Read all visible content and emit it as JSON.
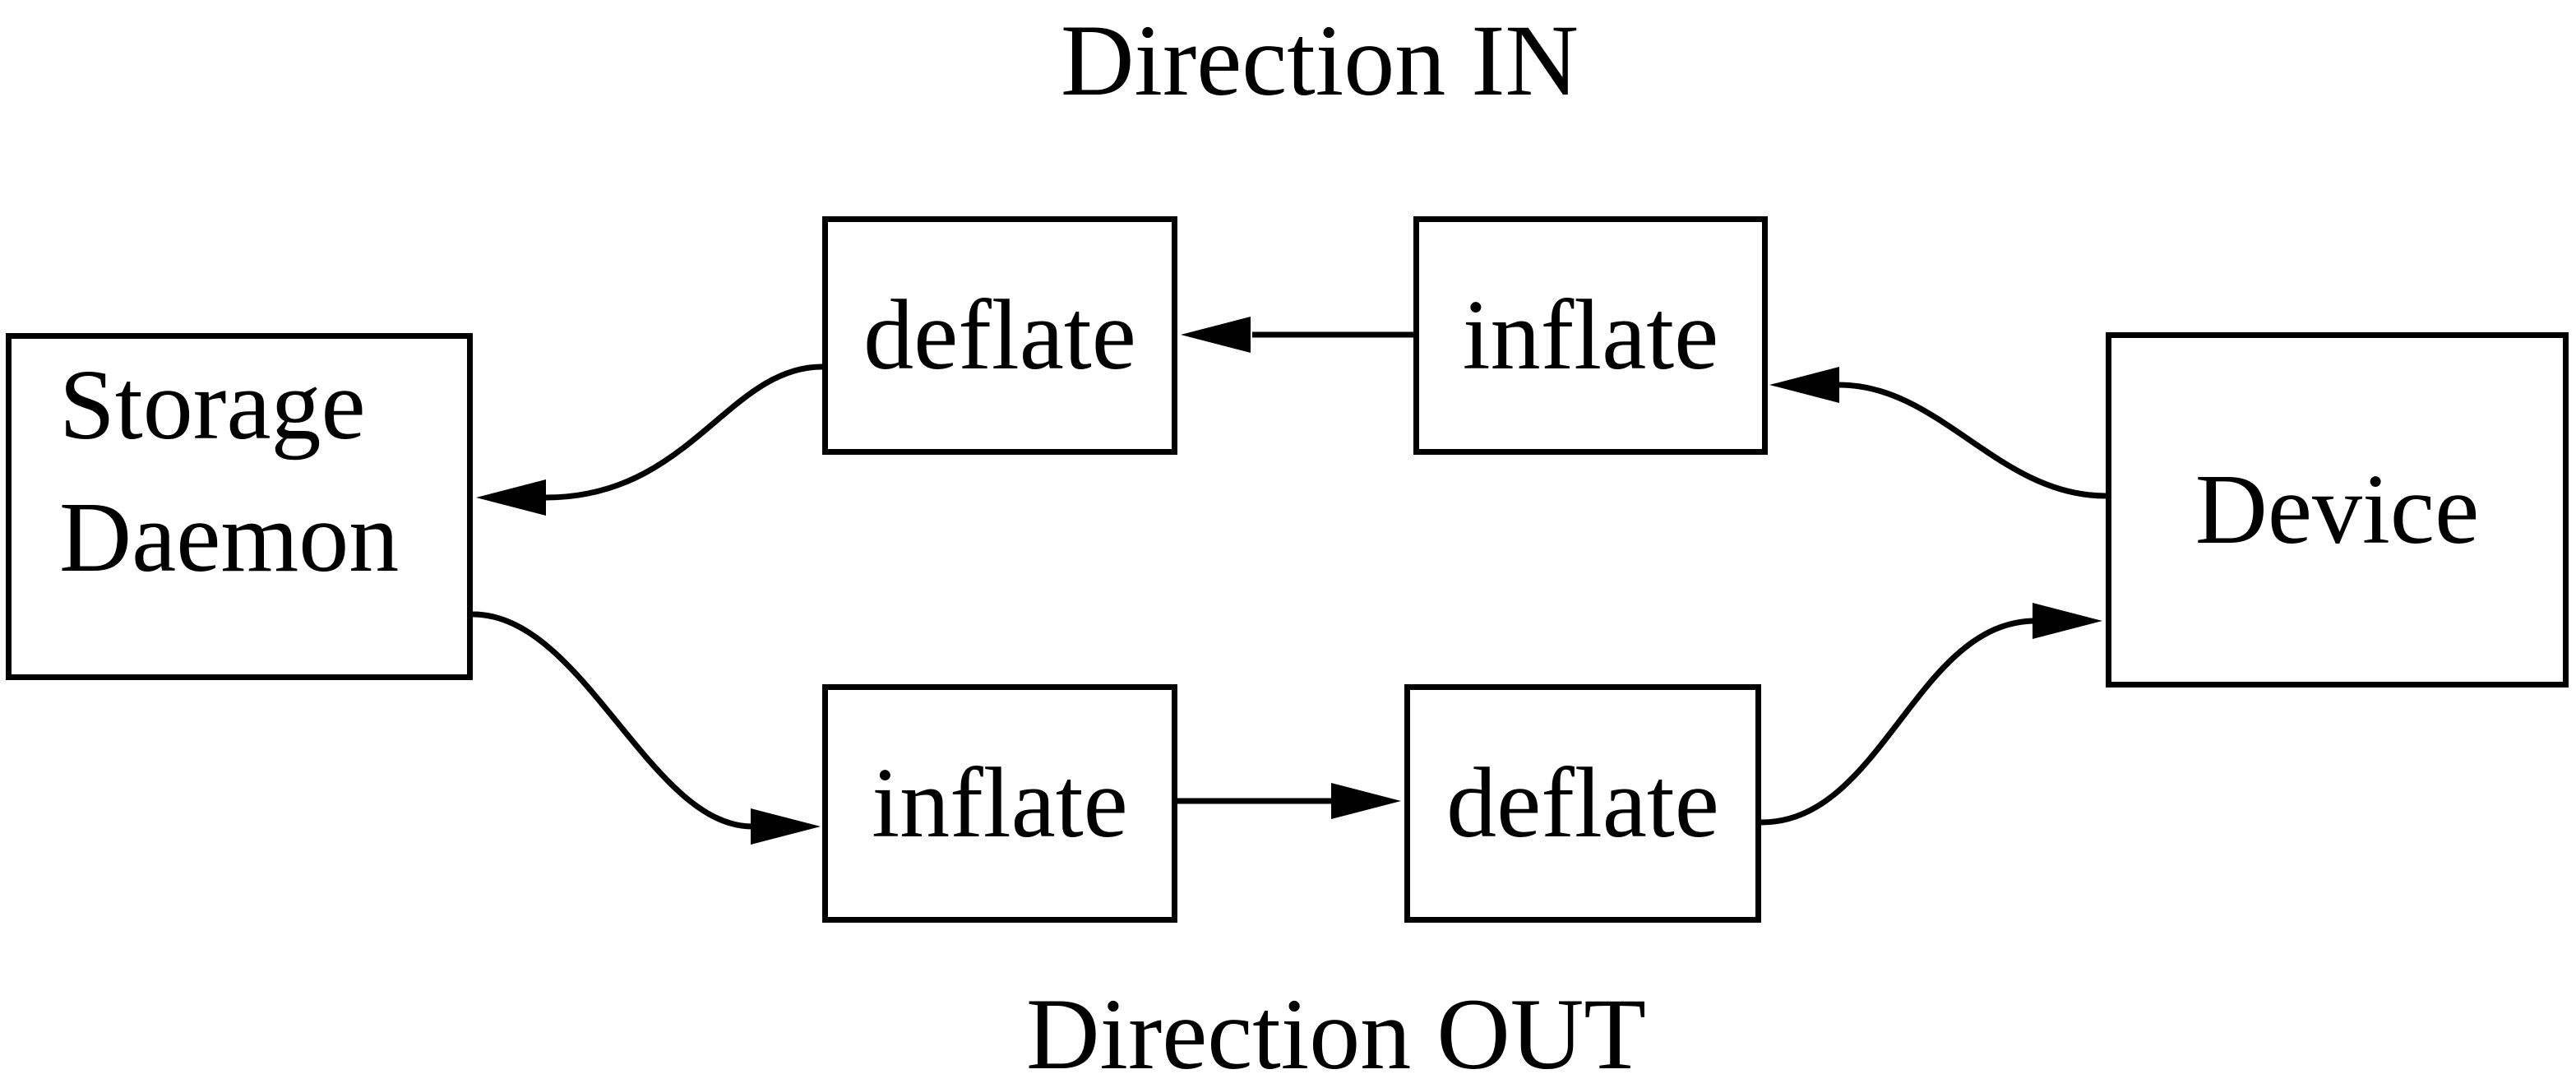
{
  "diagram": {
    "title_in": "Direction IN",
    "title_out": "Direction OUT",
    "nodes": {
      "storage_daemon": {
        "line1": "Storage",
        "line2": "Daemon"
      },
      "deflate_in": {
        "label": "deflate"
      },
      "inflate_in": {
        "label": "inflate"
      },
      "inflate_out": {
        "label": "inflate"
      },
      "deflate_out": {
        "label": "deflate"
      },
      "device": {
        "label": "Device"
      }
    },
    "edges": [
      {
        "name": "in-device-to-inflate",
        "from": "device",
        "to": "inflate_in",
        "arrow": "left"
      },
      {
        "name": "in-inflate-to-deflate",
        "from": "inflate_in",
        "to": "deflate_in",
        "arrow": "left"
      },
      {
        "name": "in-deflate-to-storage",
        "from": "deflate_in",
        "to": "storage_daemon",
        "arrow": "left"
      },
      {
        "name": "out-storage-to-inflate",
        "from": "storage_daemon",
        "to": "inflate_out",
        "arrow": "right"
      },
      {
        "name": "out-inflate-to-deflate",
        "from": "inflate_out",
        "to": "deflate_out",
        "arrow": "right"
      },
      {
        "name": "out-deflate-to-device",
        "from": "deflate_out",
        "to": "device",
        "arrow": "right"
      }
    ],
    "colors": {
      "line": "#000000",
      "background": "#ffffff",
      "text": "#000000"
    }
  }
}
